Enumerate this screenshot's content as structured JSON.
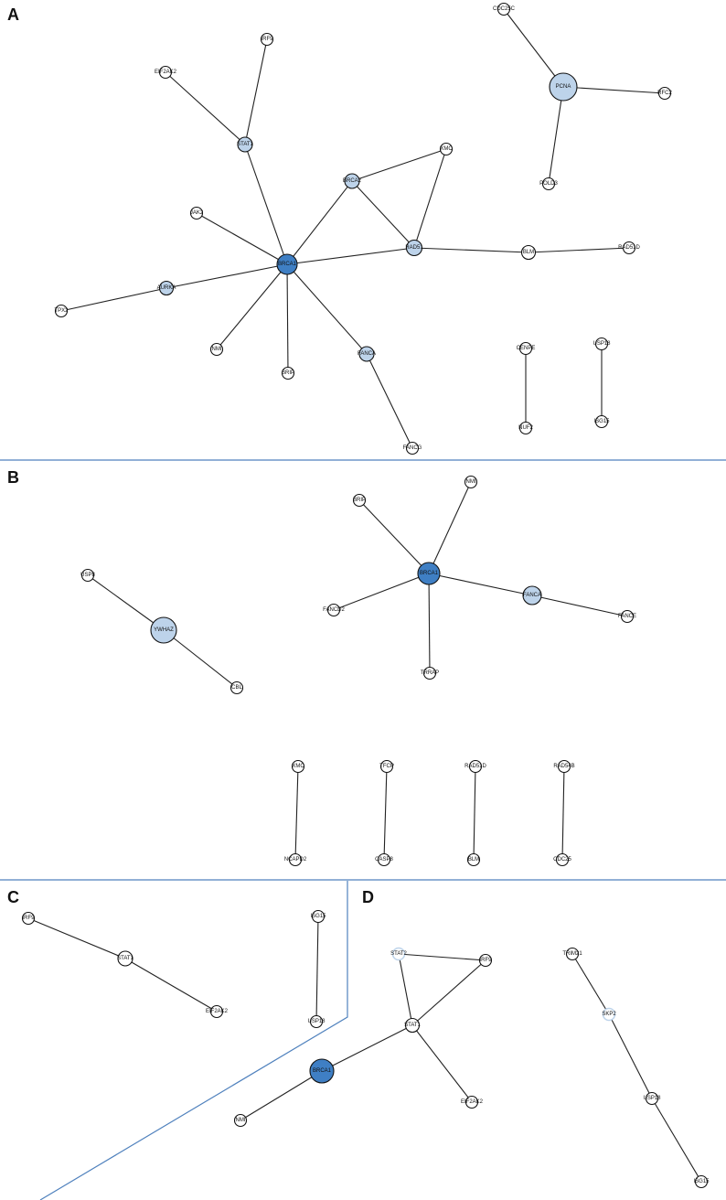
{
  "colors": {
    "high": "#3f7fc4",
    "mid": "#bdd3ea",
    "low": "#ffffff",
    "divider": "#4f81bd",
    "edge": "#222222",
    "node_stroke": "#111111"
  },
  "panels": [
    {
      "letter": "A",
      "nodes": [
        {
          "id": "BRCA1",
          "level": "high"
        },
        {
          "id": "STAT1",
          "level": "mid"
        },
        {
          "id": "IRF9",
          "level": "low"
        },
        {
          "id": "EIF2AK2",
          "level": "low"
        },
        {
          "id": "BRCA2",
          "level": "mid"
        },
        {
          "id": "RAD51",
          "level": "mid"
        },
        {
          "id": "XRCC2_box",
          "label": "XMC",
          "level": "low"
        },
        {
          "id": "JAK2",
          "label": "JAK2",
          "level": "low"
        },
        {
          "id": "AURKA",
          "label": "AURKA",
          "level": "mid"
        },
        {
          "id": "TPX2",
          "label": "TPX2",
          "level": "low"
        },
        {
          "id": "NMI",
          "level": "low"
        },
        {
          "id": "BRIP1",
          "label": "BRIP",
          "level": "low"
        },
        {
          "id": "FANCA",
          "label": "FANCA",
          "level": "mid"
        },
        {
          "id": "FANCG",
          "label": "FANCG",
          "level": "low"
        },
        {
          "id": "BLM",
          "level": "low"
        },
        {
          "id": "RAD51D",
          "label": "RAD51D",
          "level": "low"
        },
        {
          "id": "PCNA",
          "level": "mid"
        },
        {
          "id": "CDC25C",
          "label": "CDC25C",
          "level": "low"
        },
        {
          "id": "RFC2",
          "label": "RFC2",
          "level": "low"
        },
        {
          "id": "POLD3",
          "label": "POLD3",
          "level": "low"
        },
        {
          "id": "CENPE",
          "label": "CENPE",
          "level": "low"
        },
        {
          "id": "NUF2",
          "label": "NUF2",
          "level": "low"
        },
        {
          "id": "USP18",
          "label": "USP18",
          "level": "low"
        },
        {
          "id": "ISG15",
          "label": "ISG15",
          "level": "low"
        }
      ],
      "edges": [
        [
          "BRCA1",
          "STAT1"
        ],
        [
          "STAT1",
          "IRF9"
        ],
        [
          "STAT1",
          "EIF2AK2"
        ],
        [
          "BRCA1",
          "BRCA2"
        ],
        [
          "BRCA2",
          "XRCC2_box"
        ],
        [
          "BRCA2",
          "RAD51"
        ],
        [
          "XRCC2_box",
          "RAD51"
        ],
        [
          "BRCA1",
          "RAD51"
        ],
        [
          "RAD51",
          "BLM"
        ],
        [
          "BLM",
          "RAD51D"
        ],
        [
          "BRCA1",
          "JAK2"
        ],
        [
          "BRCA1",
          "AURKA"
        ],
        [
          "AURKA",
          "TPX2"
        ],
        [
          "BRCA1",
          "NMI"
        ],
        [
          "BRCA1",
          "BRIP1"
        ],
        [
          "BRCA1",
          "FANCA"
        ],
        [
          "FANCA",
          "FANCG"
        ],
        [
          "PCNA",
          "CDC25C"
        ],
        [
          "PCNA",
          "RFC2"
        ],
        [
          "PCNA",
          "POLD3"
        ],
        [
          "CENPE",
          "NUF2"
        ],
        [
          "USP18",
          "ISG15"
        ]
      ]
    },
    {
      "letter": "B",
      "nodes": [
        {
          "id": "BRCA1",
          "level": "high"
        },
        {
          "id": "BRIP1",
          "label": "BRIP",
          "level": "low"
        },
        {
          "id": "NMI",
          "level": "low"
        },
        {
          "id": "FANCD2",
          "label": "FANCD2",
          "level": "low"
        },
        {
          "id": "FANCA",
          "label": "FANCA",
          "level": "mid"
        },
        {
          "id": "FANCE",
          "label": "FANCE",
          "level": "low"
        },
        {
          "id": "TRRAP",
          "label": "TRRAP",
          "level": "low"
        },
        {
          "id": "YWHAZ",
          "level": "mid"
        },
        {
          "id": "USP8",
          "label": "USP8",
          "level": "low"
        },
        {
          "id": "CBL",
          "level": "low"
        },
        {
          "id": "XMC",
          "label": "XMC",
          "level": "low"
        },
        {
          "id": "NCAPD2",
          "label": "NCAPD2",
          "level": "low"
        },
        {
          "id": "TFCP",
          "label": "TFCP",
          "level": "low"
        },
        {
          "id": "CASP8",
          "label": "CASP8",
          "level": "low"
        },
        {
          "id": "RAD51D",
          "label": "RAD51D",
          "level": "low"
        },
        {
          "id": "BLM",
          "level": "low"
        },
        {
          "id": "RAD54B",
          "label": "RAD54B",
          "level": "low"
        },
        {
          "id": "CDC25",
          "label": "CDC25",
          "level": "low"
        }
      ],
      "edges": [
        [
          "BRCA1",
          "BRIP1"
        ],
        [
          "BRCA1",
          "NMI"
        ],
        [
          "BRCA1",
          "FANCD2"
        ],
        [
          "BRCA1",
          "FANCA"
        ],
        [
          "FANCA",
          "FANCE"
        ],
        [
          "BRCA1",
          "TRRAP"
        ],
        [
          "YWHAZ",
          "USP8"
        ],
        [
          "YWHAZ",
          "CBL"
        ],
        [
          "XMC",
          "NCAPD2"
        ],
        [
          "TFCP",
          "CASP8"
        ],
        [
          "RAD51D",
          "BLM"
        ],
        [
          "RAD54B",
          "CDC25"
        ]
      ]
    },
    {
      "letter": "C",
      "nodes": [
        {
          "id": "IRF9",
          "level": "low"
        },
        {
          "id": "STAT1",
          "level": "low"
        },
        {
          "id": "EIF2AK2",
          "level": "low"
        },
        {
          "id": "ISG15",
          "label": "ISG15",
          "level": "low"
        },
        {
          "id": "USP18",
          "label": "USP18",
          "level": "low"
        }
      ],
      "edges": [
        [
          "IRF9",
          "STAT1"
        ],
        [
          "STAT1",
          "EIF2AK2"
        ],
        [
          "ISG15",
          "USP18"
        ]
      ]
    },
    {
      "letter": "D",
      "nodes": [
        {
          "id": "STAT2",
          "level": "low",
          "ring": "mid"
        },
        {
          "id": "IRF9",
          "level": "low"
        },
        {
          "id": "STAT1",
          "level": "low"
        },
        {
          "id": "BRCA1",
          "level": "high"
        },
        {
          "id": "NMI",
          "level": "low"
        },
        {
          "id": "EIF2AK2",
          "level": "low"
        },
        {
          "id": "TRIM21",
          "label": "TRIM21",
          "level": "low"
        },
        {
          "id": "SKP2",
          "level": "low",
          "ring": "mid"
        },
        {
          "id": "USP18",
          "label": "USP18",
          "level": "low"
        },
        {
          "id": "ISG15",
          "label": "ISG15",
          "level": "low"
        }
      ],
      "edges": [
        [
          "STAT2",
          "IRF9"
        ],
        [
          "STAT2",
          "STAT1"
        ],
        [
          "IRF9",
          "STAT1"
        ],
        [
          "STAT1",
          "BRCA1"
        ],
        [
          "BRCA1",
          "NMI"
        ],
        [
          "STAT1",
          "EIF2AK2"
        ],
        [
          "TRIM21",
          "SKP2"
        ],
        [
          "SKP2",
          "USP18"
        ],
        [
          "USP18",
          "ISG15"
        ]
      ]
    }
  ]
}
